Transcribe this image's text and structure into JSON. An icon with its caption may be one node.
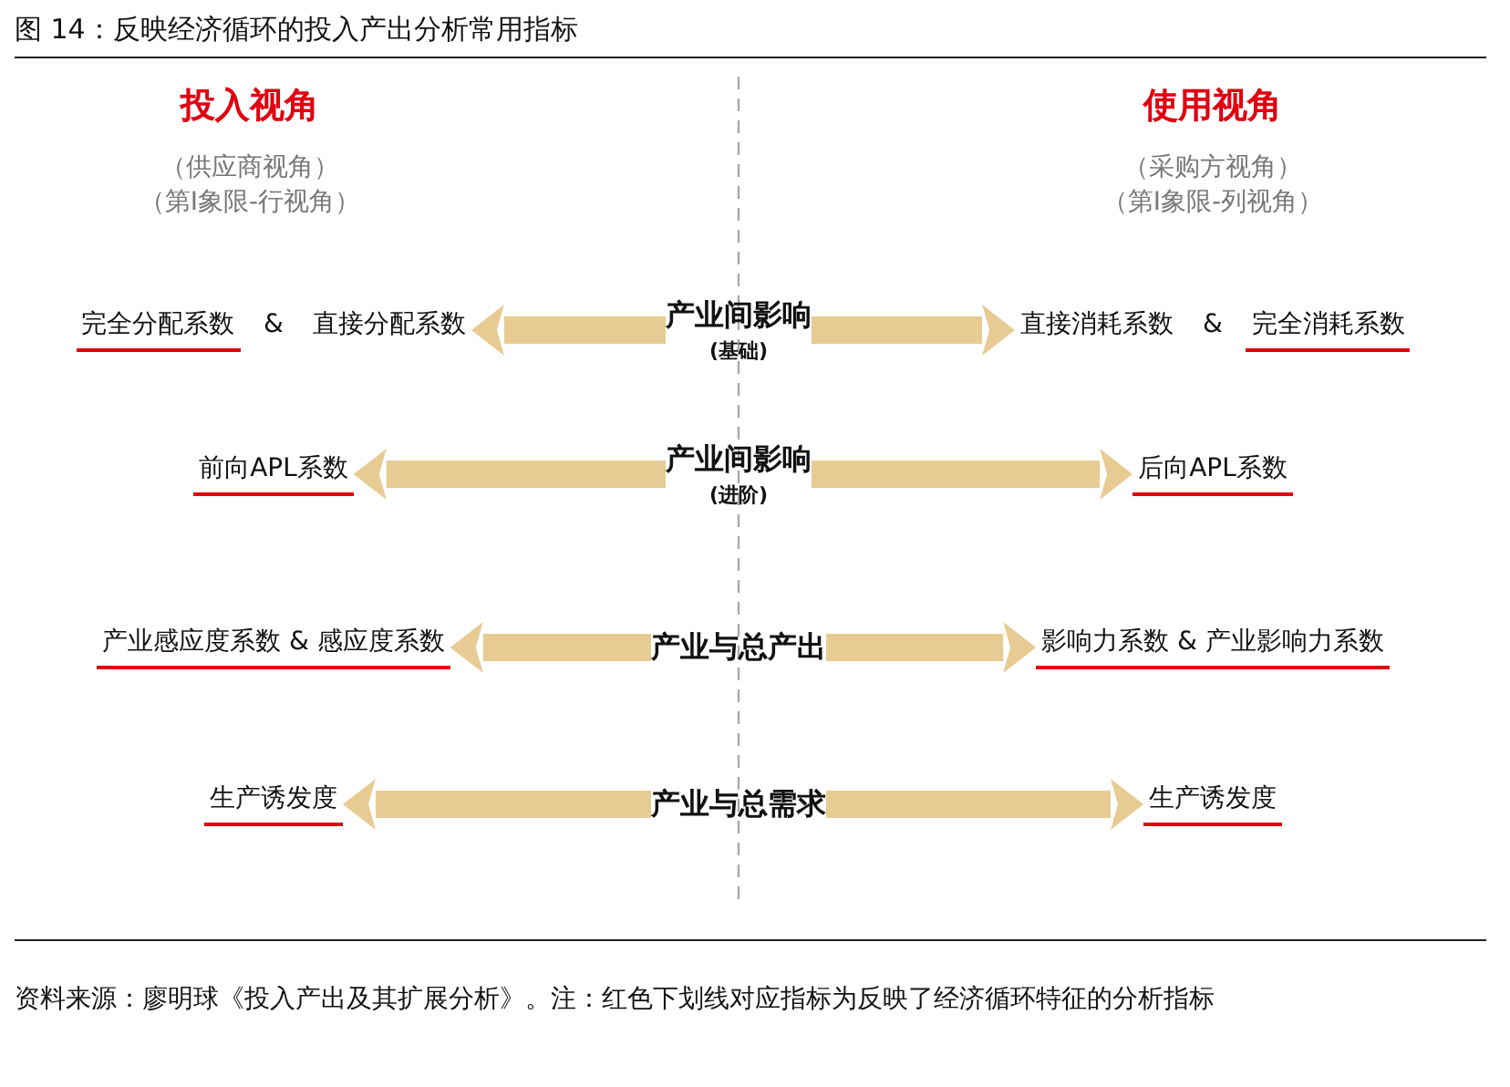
{
  "diagram": {
    "title": "图 14：反映经济循环的投入产出分析常用指标",
    "caption": "资料来源：廖明球《投入产出及其扩展分析》。注：红色下划线对应指标为反映了经济循环特征的分析指标",
    "nodes": [
      {
        "text": [
          "完全分配系数",
          "&",
          "直接分配系数"
        ]
      },
      {
        "text": [
          "产业间影响",
          "(基础)"
        ]
      },
      {
        "text": [
          "直接消耗系数",
          "&",
          "完全消耗系数"
        ]
      },
      {
        "text": [
          "前向APL系数"
        ]
      },
      {
        "text": [
          "产业间影响",
          "(进阶)"
        ]
      },
      {
        "text": [
          "后向APL系数"
        ]
      },
      {
        "text": [
          "产业感应度系数 & 感应度系数"
        ]
      },
      {
        "text": [
          "产业与总产出"
        ]
      },
      {
        "text": [
          "影响力系数 & 产业影响力系数"
        ]
      },
      {
        "text": [
          "生产诱发度"
        ]
      },
      {
        "text": [
          "产业与总需求"
        ]
      },
      {
        "text": [
          "生产诱发度"
        ]
      }
    ],
    "edges": [
      {
        "from": 1,
        "to": 0,
        "arrow": "to"
      },
      {
        "from": 1,
        "to": 2,
        "arrow": "to"
      },
      {
        "from": 4,
        "to": 3,
        "arrow": "to"
      },
      {
        "from": 4,
        "to": 5,
        "arrow": "to"
      },
      {
        "from": 7,
        "to": 6,
        "arrow": "to"
      },
      {
        "from": 7,
        "to": 8,
        "arrow": "to"
      },
      {
        "from": 10,
        "to": 9,
        "arrow": "to"
      },
      {
        "from": 10,
        "to": 11,
        "arrow": "to"
      }
    ],
    "labels": [
      "投入视角",
      "（供应商视角）",
      "（第I象限-行视角）",
      "使用视角",
      "（采购方视角）",
      "（第I象限-列视角）"
    ]
  }
}
